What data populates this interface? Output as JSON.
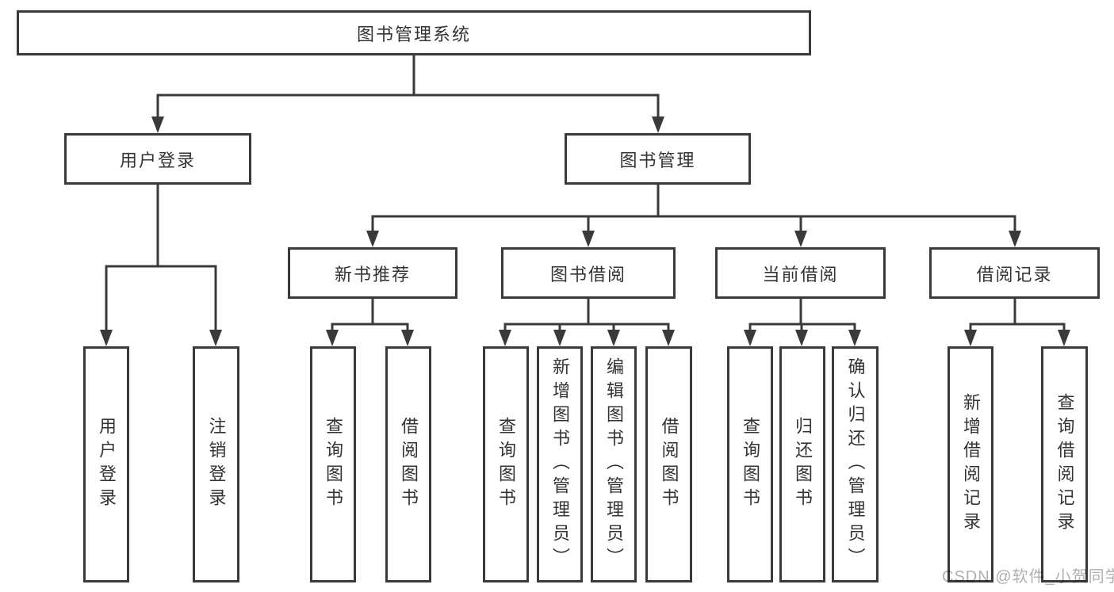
{
  "diagram": {
    "title": "图书管理系统",
    "branches": [
      {
        "label": "用户登录",
        "children": [
          {
            "label": "用户登录"
          },
          {
            "label": "注销登录"
          }
        ]
      },
      {
        "label": "图书管理",
        "children": [
          {
            "label": "新书推荐",
            "children": [
              {
                "label": "查询图书"
              },
              {
                "label": "借阅图书"
              }
            ]
          },
          {
            "label": "图书借阅",
            "children": [
              {
                "label": "查询图书"
              },
              {
                "label": "新增图书（管理员）"
              },
              {
                "label": "编辑图书（管理员）"
              },
              {
                "label": "借阅图书"
              }
            ]
          },
          {
            "label": "当前借阅",
            "children": [
              {
                "label": "查询图书"
              },
              {
                "label": "归还图书"
              },
              {
                "label": "确认归还（管理员）"
              }
            ]
          },
          {
            "label": "借阅记录",
            "children": [
              {
                "label": "新增借阅记录"
              },
              {
                "label": "查询借阅记录"
              }
            ]
          }
        ]
      }
    ],
    "watermark": "CSDN @软件_小贺同学",
    "colors": {
      "line": "#3a3a3a",
      "text": "#333333",
      "box_border": "#3a3a3a",
      "background": "#ffffff",
      "watermark": "#b0b0b0"
    }
  }
}
